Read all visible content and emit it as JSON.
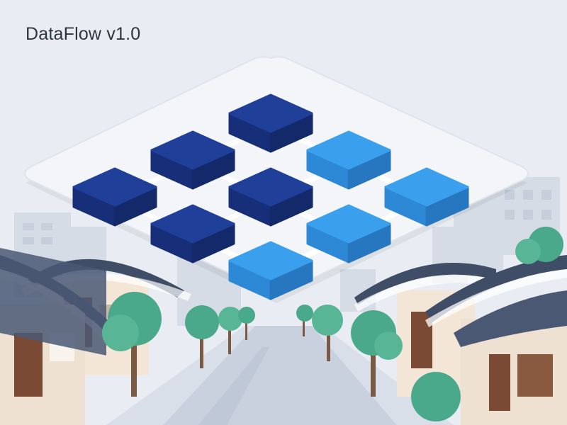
{
  "app": {
    "title": "DataFlow v1.0"
  },
  "colors": {
    "sky": "#e9edf3",
    "platform": "#f3f5f8",
    "platform_edge": "#dfe4ec",
    "block_dark_top": "#1f3f99",
    "block_dark_left": "#172f79",
    "block_dark_right": "#13296a",
    "block_light_top": "#3aa0ee",
    "block_light_left": "#2d88d6",
    "block_light_right": "#2677c0",
    "connector": "#ffffff",
    "roof": "#3f4d66",
    "wall": "#f3e6d7",
    "wood": "#7a4a34",
    "tree": "#4aa98a",
    "trunk": "#7b5a44",
    "road": "#c9d1de"
  },
  "grid": {
    "blocks": [
      {
        "id": "b-0-0",
        "row": 0,
        "col": 0,
        "tone": "dark"
      },
      {
        "id": "b-0-1",
        "row": 0,
        "col": 1,
        "tone": "dark"
      },
      {
        "id": "b-0-2",
        "row": 0,
        "col": 2,
        "tone": "dark"
      },
      {
        "id": "b-1-0",
        "row": 1,
        "col": 0,
        "tone": "light"
      },
      {
        "id": "b-1-1",
        "row": 1,
        "col": 1,
        "tone": "dark"
      },
      {
        "id": "b-1-2",
        "row": 1,
        "col": 2,
        "tone": "dark"
      },
      {
        "id": "b-2-0",
        "row": 2,
        "col": 0,
        "tone": "light"
      },
      {
        "id": "b-2-1",
        "row": 2,
        "col": 1,
        "tone": "light"
      },
      {
        "id": "b-2-2",
        "row": 2,
        "col": 2,
        "tone": "light"
      }
    ]
  }
}
